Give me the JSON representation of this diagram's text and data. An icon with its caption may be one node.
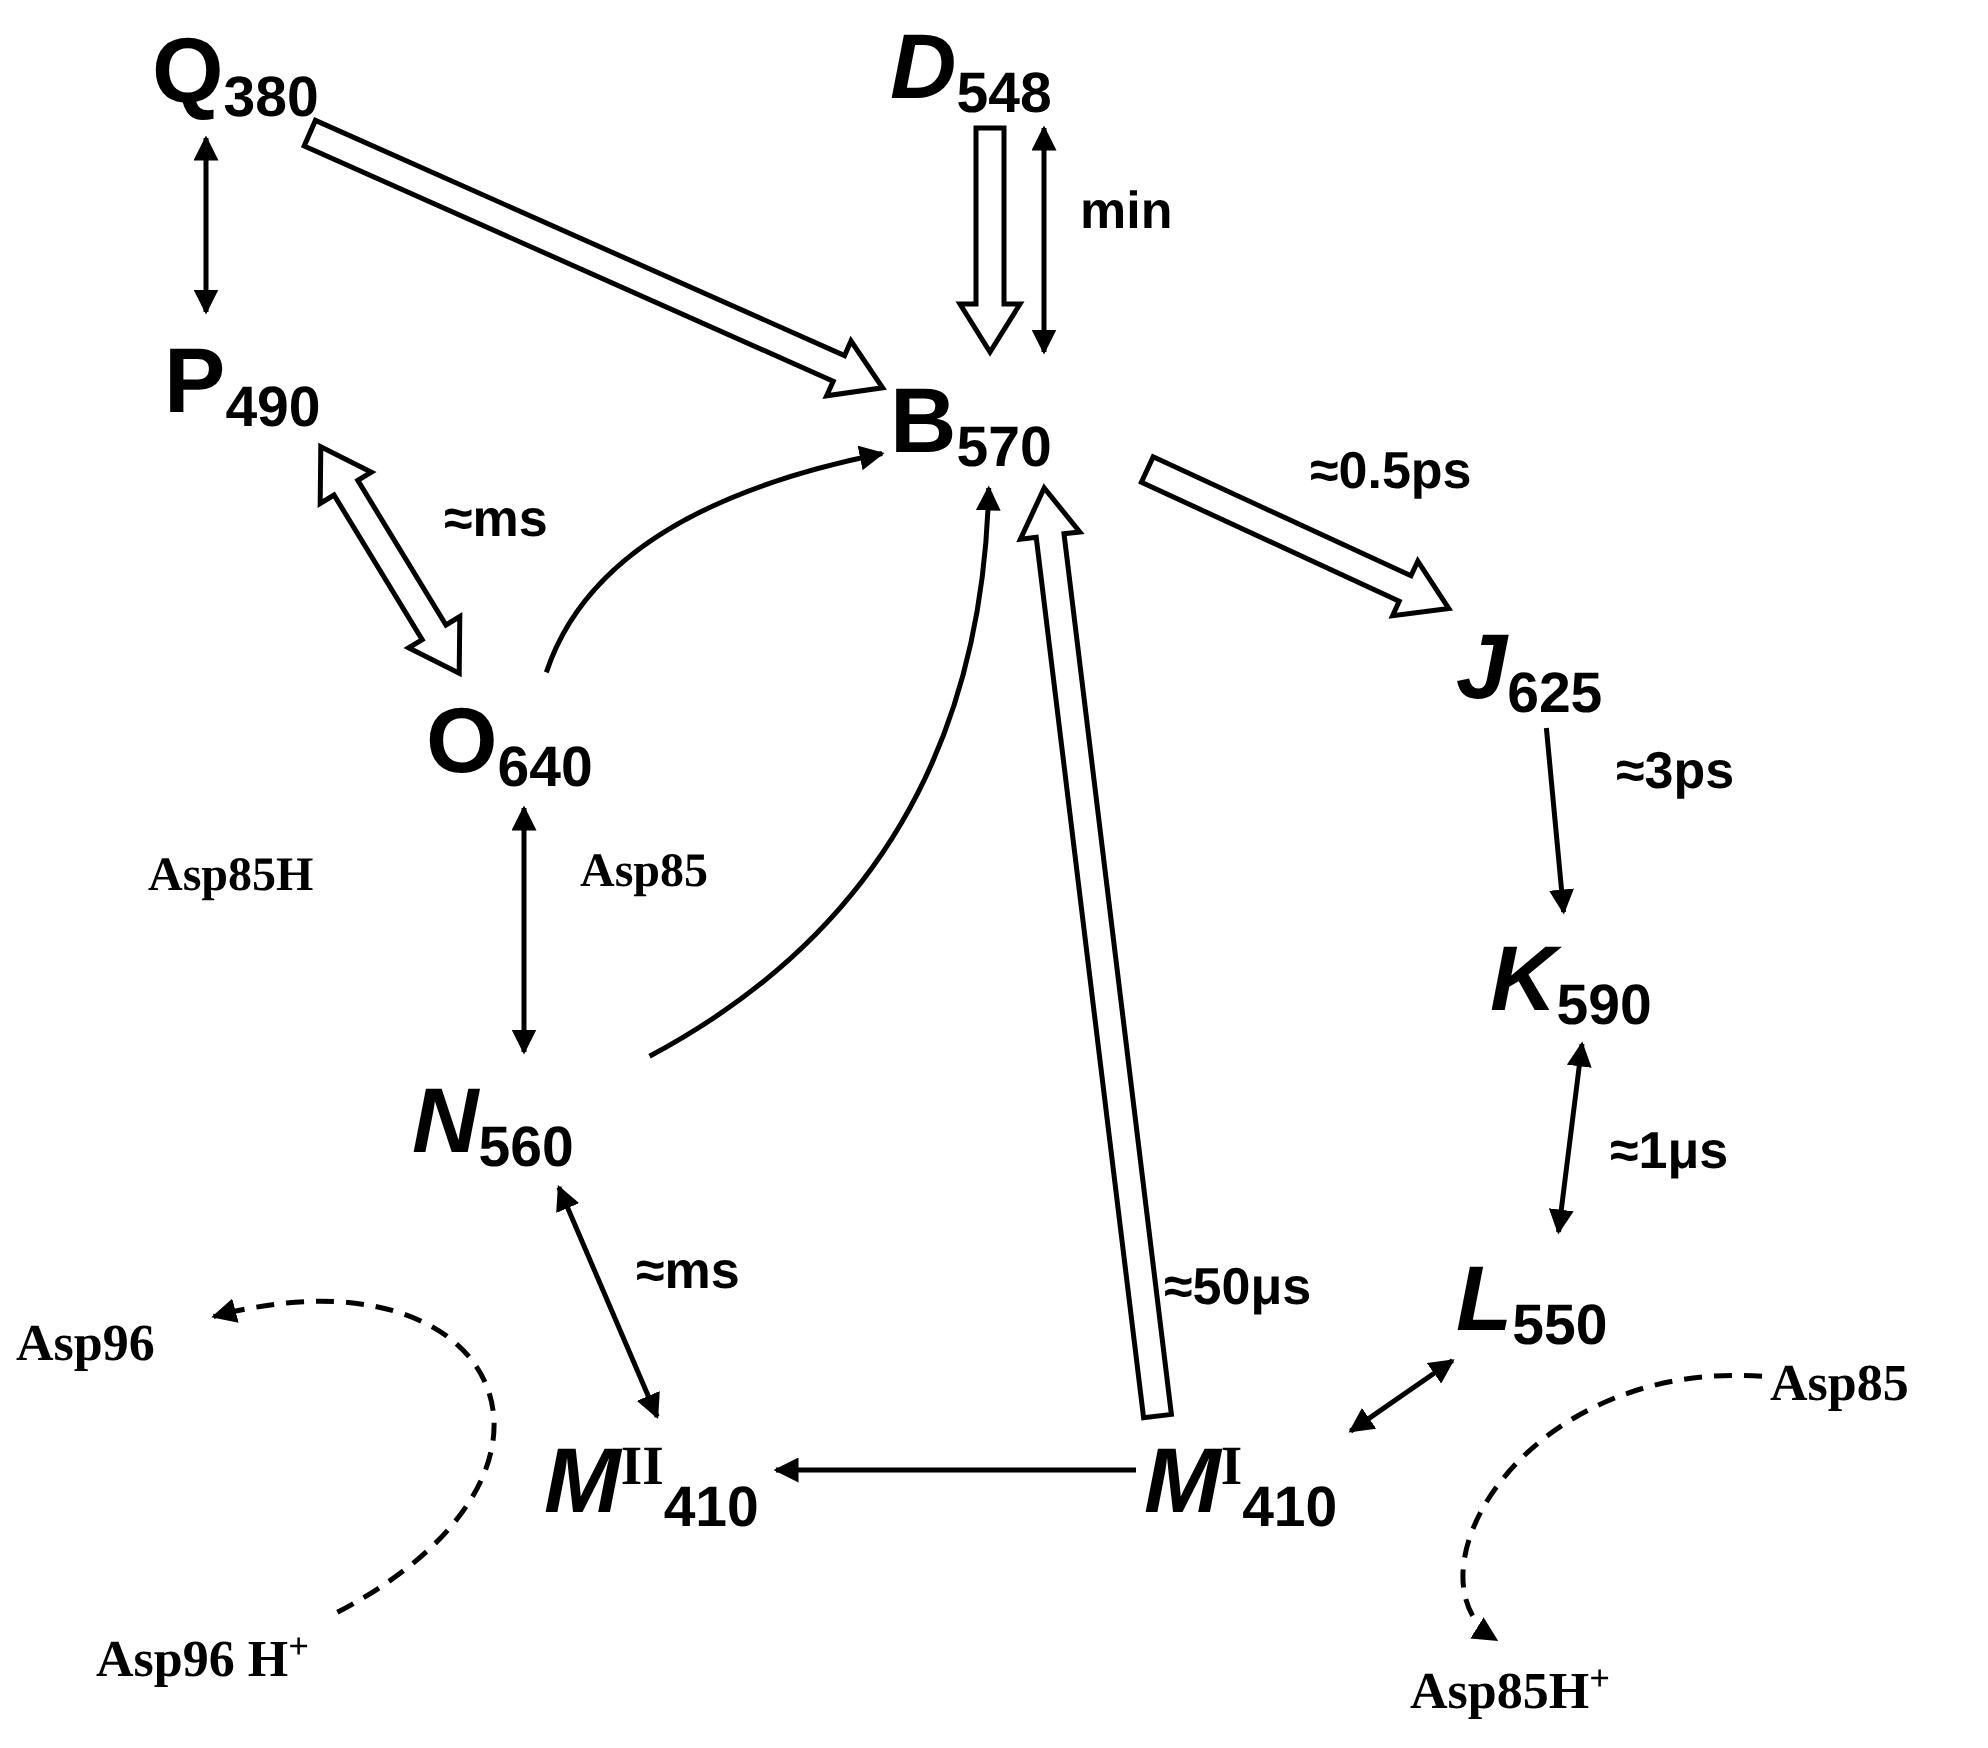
{
  "diagram": {
    "nodes": [
      {
        "text": [
          "Q$_{380}$"
        ]
      },
      {
        "text": [
          "D$_{548}$"
        ]
      },
      {
        "text": [
          "P$_{490}$"
        ]
      },
      {
        "text": [
          "B$_{570}$"
        ]
      },
      {
        "text": [
          "J$_{625}$"
        ]
      },
      {
        "text": [
          "O$_{640}$"
        ]
      },
      {
        "text": [
          "K$_{590}$"
        ]
      },
      {
        "text": [
          "N$_{560}$"
        ]
      },
      {
        "text": [
          "L$_{550}$"
        ]
      },
      {
        "text": [
          "Asp96"
        ]
      },
      {
        "text": [
          "M$^{II}$$_{410}$"
        ]
      },
      {
        "text": [
          "M$^{I}$$_{410}$"
        ]
      },
      {
        "text": [
          "Asp85"
        ]
      },
      {
        "text": [
          "Asp96 H$^{+}$"
        ]
      },
      {
        "text": [
          "Asp85H$^{+}$"
        ]
      }
    ],
    "edges": [
      {
        "from": 0,
        "to": 2,
        "arrow": "both"
      },
      {
        "from": 0,
        "to": 3,
        "arrow": "to",
        "style": "thick"
      },
      {
        "from": 1,
        "to": 3,
        "arrow": "to",
        "style": "thick"
      },
      {
        "from": 1,
        "to": 3,
        "arrow": "both",
        "label": "min"
      },
      {
        "from": 2,
        "to": 5,
        "arrow": "both",
        "style": "thick"
      },
      {
        "from": 5,
        "to": 3,
        "arrow": "to",
        "label": "≈ms"
      },
      {
        "from": 3,
        "to": 4,
        "arrow": "to",
        "style": "thick",
        "label": "≈0.5ps"
      },
      {
        "from": 4,
        "to": 6,
        "arrow": "to",
        "label": "≈3ps"
      },
      {
        "from": 5,
        "to": 7,
        "arrow": "both",
        "label": "Asp85H"
      },
      {
        "from": 7,
        "to": 3,
        "arrow": "to",
        "label": "Asp85"
      },
      {
        "from": 6,
        "to": 8,
        "arrow": "both",
        "label": "≈1μs"
      },
      {
        "from": 8,
        "to": 11,
        "arrow": "both",
        "label": "≈50μs"
      },
      {
        "from": 7,
        "to": 10,
        "arrow": "both",
        "label": "≈ms"
      },
      {
        "from": 11,
        "to": 10,
        "arrow": "to"
      },
      {
        "from": 11,
        "to": 3,
        "arrow": "to",
        "style": "thick"
      },
      {
        "from": 13,
        "to": 9,
        "arrow": "to",
        "style": "dashed"
      },
      {
        "from": 12,
        "to": 14,
        "arrow": "to",
        "style": "dashed"
      }
    ]
  }
}
